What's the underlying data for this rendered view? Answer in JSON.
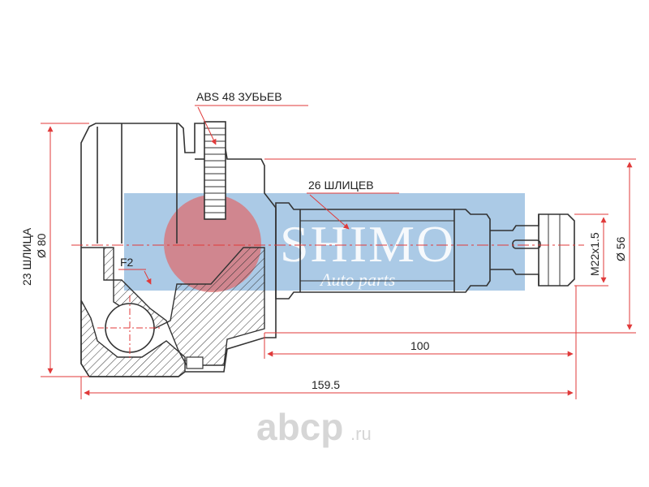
{
  "labels": {
    "abs_teeth": "ABS 48 ЗУБЬЕВ",
    "shaft_splines": "26 ШЛИЦЕВ",
    "f2": "F2",
    "outer_splines": "23 ШЛИЦА",
    "outer_diameter": "Ø 80",
    "thread": "M22x1.5",
    "seal_diameter": "Ø 56",
    "dim_100": "100",
    "dim_total": "159.5"
  },
  "watermark": {
    "brand": "SHIMO",
    "tagline": "Auto parts"
  },
  "footer": {
    "site_name": "abcp",
    "tld": ".ru"
  },
  "colors": {
    "dimension_red": "#e03a3a",
    "outline": "#333333",
    "watermark_blue": "#8fb8dd",
    "watermark_red": "#e06a6a",
    "footer_gray": "#d4d4d4"
  }
}
